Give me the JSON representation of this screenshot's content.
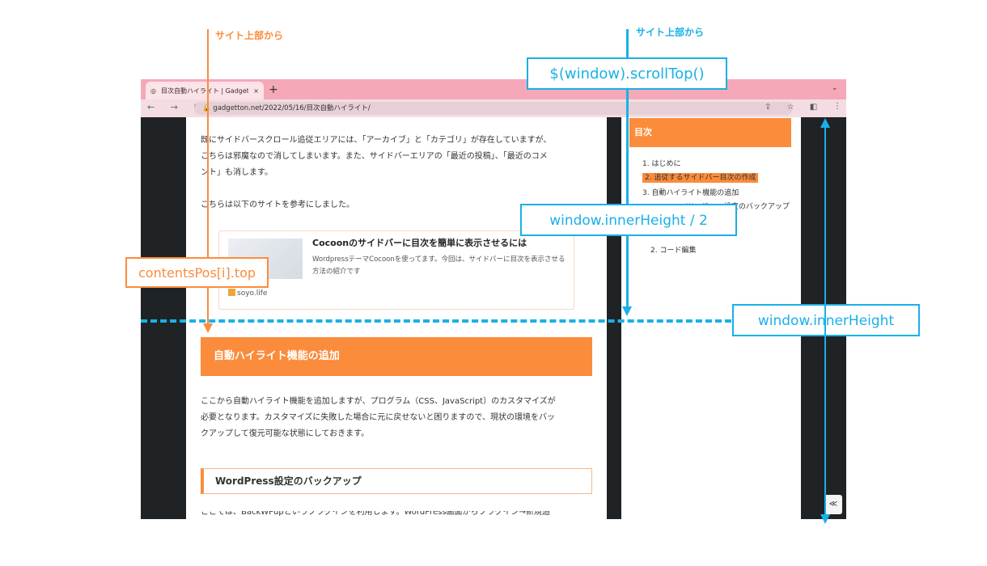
{
  "browser": {
    "tab_title": "目次自動ハイライト | Gadgetton",
    "tab_close": "×",
    "new_tab": "+",
    "tab_menu": "⌄",
    "nav_icons": "← → C",
    "url": "gadgetton.net/2022/05/16/目次自動ハイライト/",
    "tool_icons": "⇪ ☆ ◧",
    "menu_dots": "⋮"
  },
  "article": {
    "para1_line1": "既にサイドバースクロール追従エリアには、「アーカイブ」と「カテゴリ」が存在していますが、",
    "para1_line2": "こちらは邪魔なので消してしまいます。また、サイドバーエリアの「最近の投稿」、「最近のコメ",
    "para1_line3": "ント」も消します。",
    "para2": "こちらは以下のサイトを参考にしました。",
    "card": {
      "title": "Cocoonのサイドバーに目次を簡単に表示させるには",
      "desc": "WordpressテーマCocoonを使ってます。今回は、サイドバーに目次を表示させる方法の紹介です",
      "site": "soyo.life"
    },
    "h2": "自動ハイライト機能の追加",
    "para3_line1": "ここから自動ハイライト機能を追加しますが、プログラム（CSS、JavaScript）のカスタマイズが",
    "para3_line2": "必要となります。カスタマイズに失敗した場合に元に戻せないと困りますので、現状の環境をバッ",
    "para3_line3": "クアップして復元可能な状態にしておきます。",
    "h3": "WordPress設定のバックアップ",
    "para4": "ここでは、BackWPupというプラグインを利用します。WordPress画面からプラグイン→新規追"
  },
  "toc": {
    "header": "目次",
    "items": [
      "1. はじめに",
      "2. 追従するサイドバー目次の作成",
      "3. 自動ハイライト機能の追加",
      "WordPress設定のバックアップ",
      "2. コード編集"
    ]
  },
  "scroll_top_icon": "≪",
  "annotations": {
    "orange_top": "サイト上部から",
    "blue_top": "サイト上部から",
    "scroll_top": "$(window).scrollTop()",
    "inner_height_half": "window.innerHeight / 2",
    "contents_pos": "contentsPos[i].top",
    "inner_height": "window.innerHeight"
  },
  "colors": {
    "accent_orange": "#fb8c3c",
    "annotation_blue": "#1ab0e8",
    "chrome_pink": "#f5a9b8",
    "dark_bg": "#202326"
  }
}
